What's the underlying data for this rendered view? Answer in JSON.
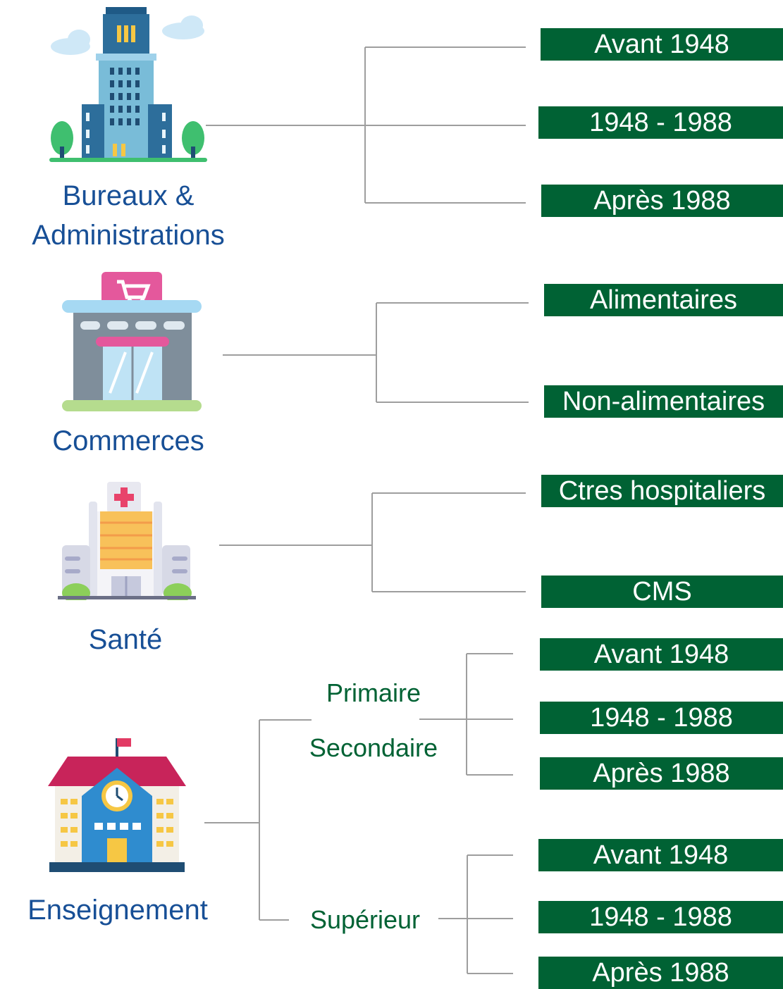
{
  "colors": {
    "category_text": "#174f96",
    "sub_text": "#006234",
    "leaf_bg": "#006234",
    "leaf_text": "#ffffff",
    "connector": "#9e9e9e"
  },
  "categories": [
    {
      "label_line1": "Bureaux &",
      "label_line2": "Administrations",
      "icon": "office-building-icon",
      "items": [
        "Avant 1948",
        "1948 - 1988",
        "Après 1988"
      ]
    },
    {
      "label": "Commerces",
      "icon": "shop-icon",
      "items": [
        "Alimentaires",
        "Non-alimentaires"
      ]
    },
    {
      "label": "Santé",
      "icon": "hospital-icon",
      "items": [
        "Ctres hospitaliers",
        "CMS"
      ]
    },
    {
      "label": "Enseignement",
      "icon": "school-icon",
      "subgroups": [
        {
          "label_line1": "Primaire",
          "label_line2": "Secondaire",
          "items": [
            "Avant 1948",
            "1948 - 1988",
            "Après 1988"
          ]
        },
        {
          "label": "Supérieur",
          "items": [
            "Avant 1948",
            "1948 - 1988",
            "Après 1988"
          ]
        }
      ]
    }
  ]
}
